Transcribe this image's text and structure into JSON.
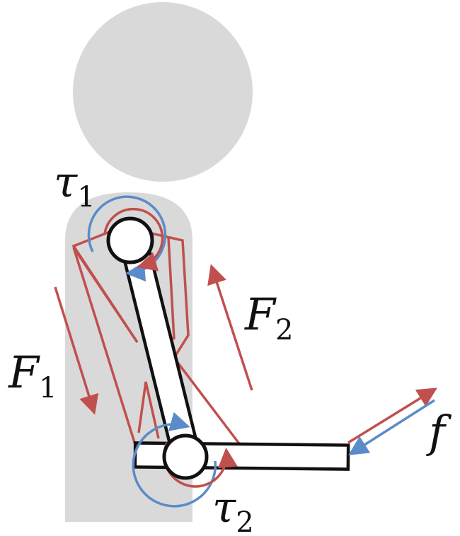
{
  "labels": {
    "tau1": {
      "main": "τ",
      "sub": "1"
    },
    "tau2": {
      "main": "τ",
      "sub": "2"
    },
    "F1": {
      "main": "F",
      "sub": "1"
    },
    "F2": {
      "main": "F",
      "sub": "2"
    },
    "f": {
      "main": "f"
    }
  },
  "colors": {
    "body": "#d9d9d9",
    "red": "#c0504d",
    "blue": "#5b8cc9",
    "outline": "#111111"
  }
}
